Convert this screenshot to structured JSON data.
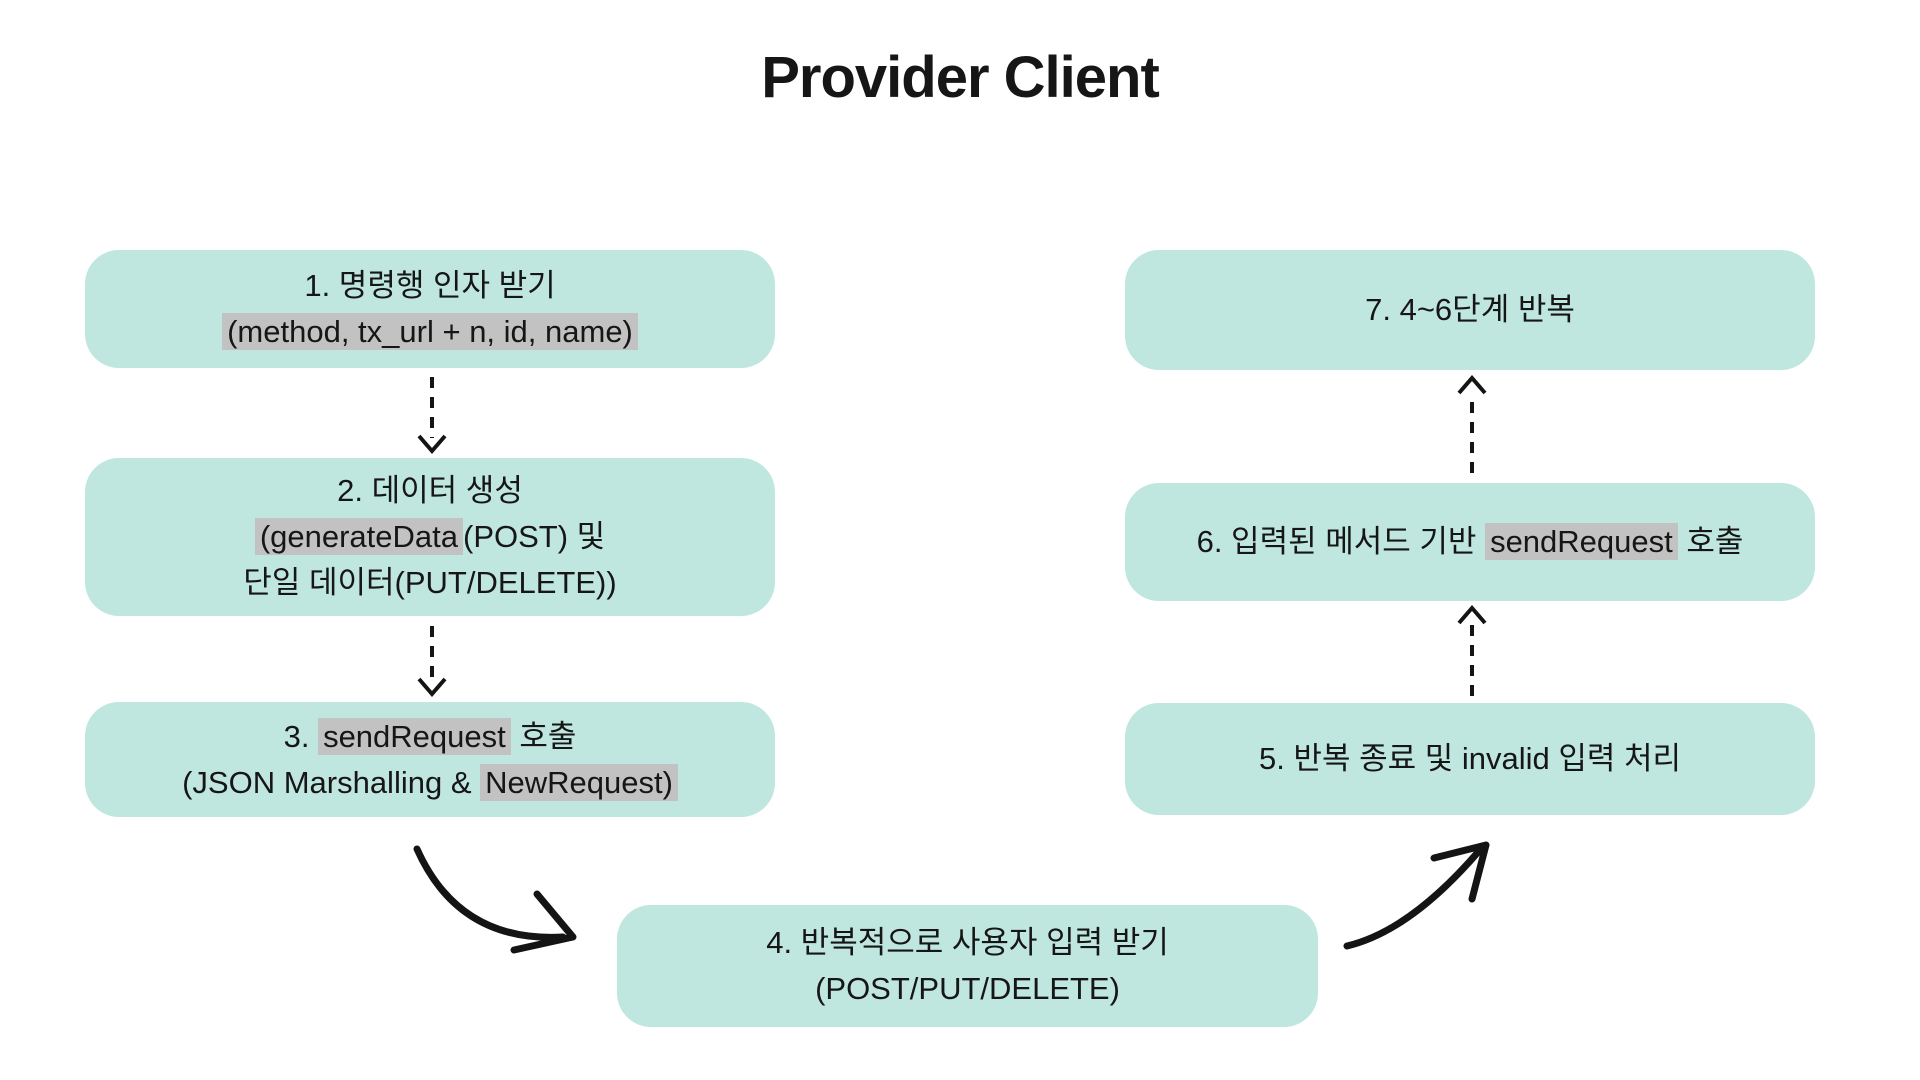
{
  "title": "Provider Client",
  "colors": {
    "box_fill": "#bfe6df",
    "highlight": "#c2c2c2",
    "arrow": "#141414",
    "text": "#161616",
    "background": "#ffffff"
  },
  "steps": {
    "s1": {
      "line1": "1. 명령행 인자 받기",
      "line2_hl": "(method, tx_url + n, id, name)"
    },
    "s2": {
      "line1": "2. 데이터 생성",
      "line2_hl": "(generateData",
      "line2_rest": "(POST) 및",
      "line3": "단일 데이터(PUT/DELETE))"
    },
    "s3": {
      "line1_pre": "3. ",
      "line1_hl": "sendRequest",
      "line1_post": " 호출",
      "line2_pre": "(JSON Marshalling & ",
      "line2_hl": "NewRequest)"
    },
    "s4": {
      "line1": "4. 반복적으로 사용자 입력 받기",
      "line2": "(POST/PUT/DELETE)"
    },
    "s5": {
      "line1": "5. 반복 종료 및 invalid 입력 처리"
    },
    "s6": {
      "line1_pre": "6. 입력된 메서드 기반 ",
      "line1_hl": "sendRequest",
      "line1_post": " 호출"
    },
    "s7": {
      "line1": "7. 4~6단계 반복"
    }
  },
  "connections": [
    {
      "from": "step-1",
      "to": "step-2",
      "style": "dashed-arrow-down"
    },
    {
      "from": "step-2",
      "to": "step-3",
      "style": "dashed-arrow-down"
    },
    {
      "from": "step-3",
      "to": "step-4",
      "style": "curved-solid-arrow"
    },
    {
      "from": "step-4",
      "to": "step-5",
      "style": "curved-solid-arrow"
    },
    {
      "from": "step-5",
      "to": "step-6",
      "style": "dashed-arrow-up"
    },
    {
      "from": "step-6",
      "to": "step-7",
      "style": "dashed-arrow-up"
    }
  ]
}
